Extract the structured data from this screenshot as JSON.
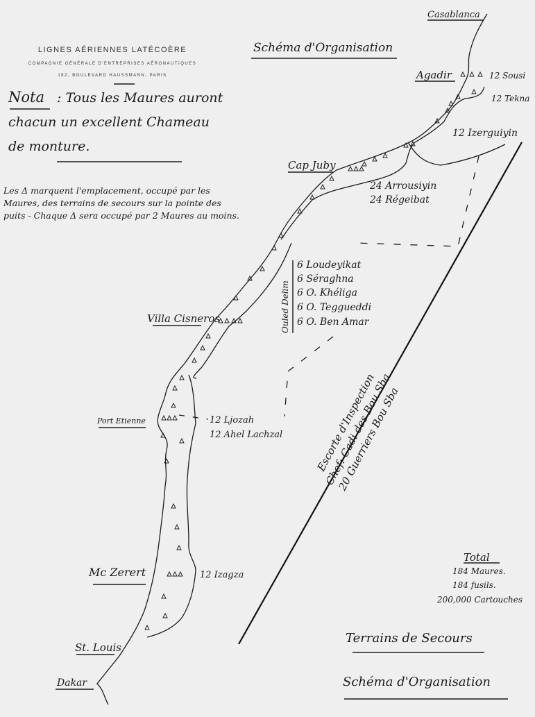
{
  "letterhead": {
    "company": "LIGNES AÉRIENNES LATÉCOÈRE",
    "subtitle": "COMPAGNIE GÉNÉRALE D'ENTREPRISES AÉRONAUTIQUES",
    "address": "182, BOULEVARD HAUSSMANN, PARIS"
  },
  "title_top": "Schéma d'Organisation",
  "nota": {
    "label": "Nota",
    "line1": ": Tous les Maures auront",
    "line2": "chacun un excellent Chameau",
    "line3": "de monture."
  },
  "legend": {
    "line1": "Les Δ marquent l'emplacement, occupé par les",
    "line2": "Maures, des terrains de secours sur la pointe des",
    "line3": "puits - Chaque Δ sera occupé par 2 Maures au moins."
  },
  "places": {
    "casablanca": "Casablanca",
    "agadir": "Agadir",
    "cap_juby": "Cap Juby",
    "villa_cisneros": "Villa Cisneros",
    "port_etienne": "Port Etienne",
    "mc_zerert": "Mc Zerert",
    "st_louis": "St. Louis",
    "dakar": "Dakar"
  },
  "tribes": {
    "north": [
      "12 Sousi",
      "12 Tekna",
      "12 Izerguiyin"
    ],
    "juby": [
      "24 Arrousiyin",
      "24 Régeibat"
    ],
    "ouled_delim_label": "Ouled Delim",
    "ouled_delim": [
      "6 Loudeyikat",
      "6 Séraghna",
      "6 O. Khéliga",
      "6 O. Teggueddi",
      "6 O. Ben Amar"
    ],
    "etienne": [
      "12 Ljozah",
      "12 Ahel Lachzal"
    ],
    "zerert": [
      "12 Izagza"
    ]
  },
  "escort": {
    "line1": "Escorte d'Inspection",
    "line2": "Chef: Cadi des Bou Sba",
    "line3": "20 Guerriers Bou Sba"
  },
  "total": {
    "label": "Total",
    "maures": "184 Maures.",
    "fusils": "184 fusils.",
    "cartouches": "200,000 Cartouches"
  },
  "footer": {
    "title1": "Terrains de Secours",
    "title2": "Schéma d'Organisation"
  }
}
